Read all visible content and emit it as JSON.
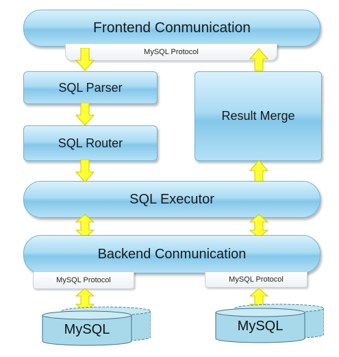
{
  "diagram": {
    "frontend": "Frontend Conmunication",
    "frontend_protocol": "MySQL  Protocol",
    "parser": "SQL Parser",
    "router": "SQL Router",
    "result_merge": "Result Merge",
    "executor": "SQL Executor",
    "backend": "Backend Conmunication",
    "backend_protocol_left": "MySQL  Protocol",
    "backend_protocol_right": "MySQL  Protocol",
    "db_left": "MySQL",
    "db_right": "MySQL"
  },
  "colors": {
    "box_fill": "#a9dbf3",
    "box_border": "#6fb3d6",
    "arrow_fill": "#ffff33",
    "arrow_stroke": "#c8c800",
    "db_fill": "#a8d9ea"
  },
  "icons": {
    "arrow_down": "arrow-down-icon",
    "arrow_up": "arrow-up-icon",
    "arrow_bidirectional": "arrow-bidirectional-icon",
    "database": "database-icon"
  }
}
